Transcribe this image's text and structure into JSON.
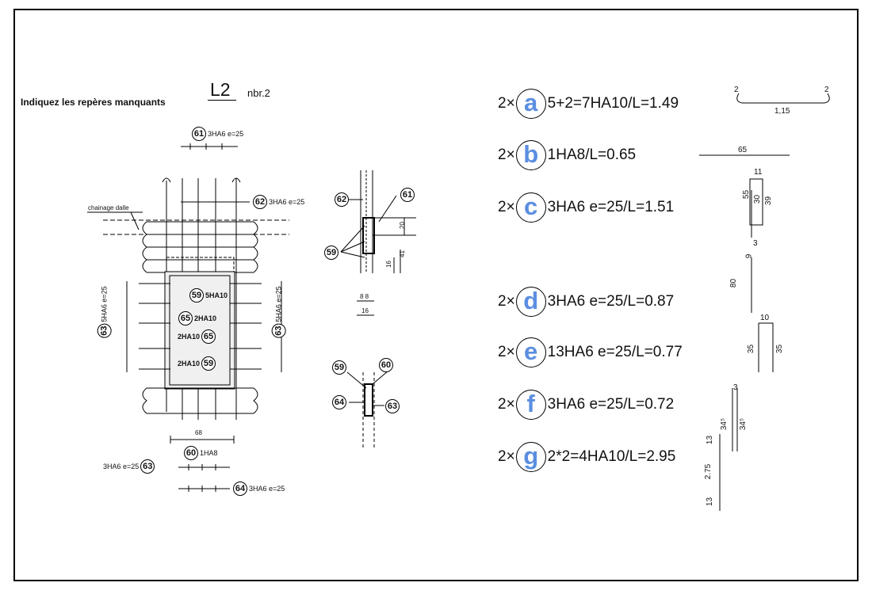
{
  "title": "Indiquez les repères manquants",
  "label": "L2",
  "count": "nbr.2",
  "callouts": {
    "c61": {
      "num": "61",
      "text": "3HA6 e=25"
    },
    "c62": {
      "num": "62",
      "text": "3HA6 e=25"
    },
    "c63a": {
      "num": "63",
      "text": "5HA6 e=25"
    },
    "c63b": {
      "num": "63",
      "text": "5HA6 e=25"
    },
    "c63c": {
      "num": "63",
      "text": "3HA6 e=25"
    },
    "c64": {
      "num": "64",
      "text": "3HA6 e=25"
    },
    "c60": {
      "num": "60",
      "text": "1HA8"
    },
    "c59a": {
      "num": "59",
      "text": "5HA10"
    },
    "c65a": {
      "num": "65",
      "text": "2HA10"
    },
    "c65b": {
      "num": "65",
      "text": "2HA10"
    },
    "c59b": {
      "num": "59",
      "text": "2HA10"
    }
  },
  "chainage": "chainage dalle",
  "section_labels": {
    "s62": "62",
    "s61": "61",
    "s59": "59",
    "s59b": "59",
    "s60": "60",
    "s64": "64",
    "s63": "63"
  },
  "section_dims": {
    "d20": "20",
    "d16": "16",
    "d41": "41",
    "d88": "8 8",
    "d16b": "16",
    "d68": "68"
  },
  "bars": [
    {
      "letter": "a",
      "mult": "2×",
      "desc": "5+2=7HA10/L=1.49",
      "shape": [
        "2",
        "2",
        "1,15"
      ]
    },
    {
      "letter": "b",
      "mult": "2×",
      "desc": "1HA8/L=0.65",
      "shape": [
        "65"
      ]
    },
    {
      "letter": "c",
      "mult": "2×",
      "desc": "3HA6 e=25/L=1.51",
      "shape": [
        "11",
        "55",
        "30",
        "39",
        "3"
      ]
    },
    {
      "letter": "d",
      "mult": "2×",
      "desc": "3HA6 e=25/L=0.87",
      "shape": [
        "9",
        "80"
      ]
    },
    {
      "letter": "e",
      "mult": "2×",
      "desc": "13HA6 e=25/L=0.77",
      "shape": [
        "10",
        "35",
        "35"
      ]
    },
    {
      "letter": "f",
      "mult": "2×",
      "desc": "3HA6 e=25/L=0.72",
      "shape": [
        "3",
        "34⁵",
        "34⁵"
      ]
    },
    {
      "letter": "g",
      "mult": "2×",
      "desc": "2*2=4HA10/L=2.95",
      "shape": [
        "13",
        "2.75",
        "13"
      ]
    }
  ]
}
